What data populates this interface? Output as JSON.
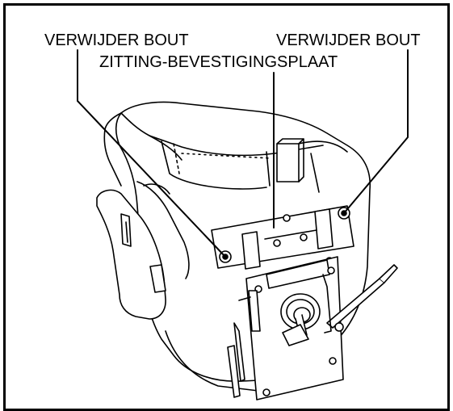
{
  "labels": {
    "remove_bolt_left": "VERWIJDER BOUT",
    "remove_bolt_right": "VERWIJDER BOUT",
    "seat_mounting_plate": "ZITTING-BEVESTIGINGSPLAAT"
  },
  "colors": {
    "line": "#000000",
    "background": "#ffffff",
    "fill": "#ffffff"
  }
}
